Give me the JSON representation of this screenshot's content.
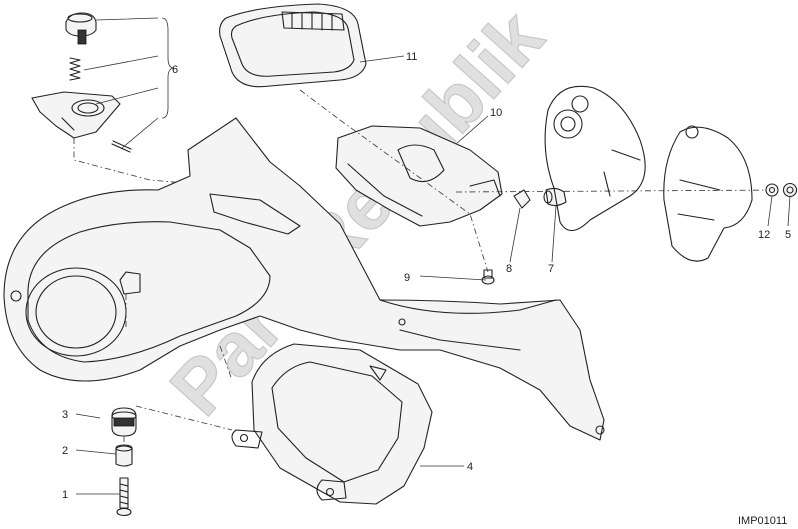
{
  "diagram": {
    "callouts": [
      {
        "id": "1",
        "label": "1"
      },
      {
        "id": "2",
        "label": "2"
      },
      {
        "id": "3",
        "label": "3"
      },
      {
        "id": "4",
        "label": "4"
      },
      {
        "id": "5",
        "label": "5"
      },
      {
        "id": "6",
        "label": "6"
      },
      {
        "id": "7",
        "label": "7"
      },
      {
        "id": "8",
        "label": "8"
      },
      {
        "id": "9",
        "label": "9"
      },
      {
        "id": "10",
        "label": "10"
      },
      {
        "id": "11",
        "label": "11"
      },
      {
        "id": "12",
        "label": "12"
      }
    ],
    "watermark": "PartsRepublik",
    "drawing_code": "IMP01011"
  }
}
